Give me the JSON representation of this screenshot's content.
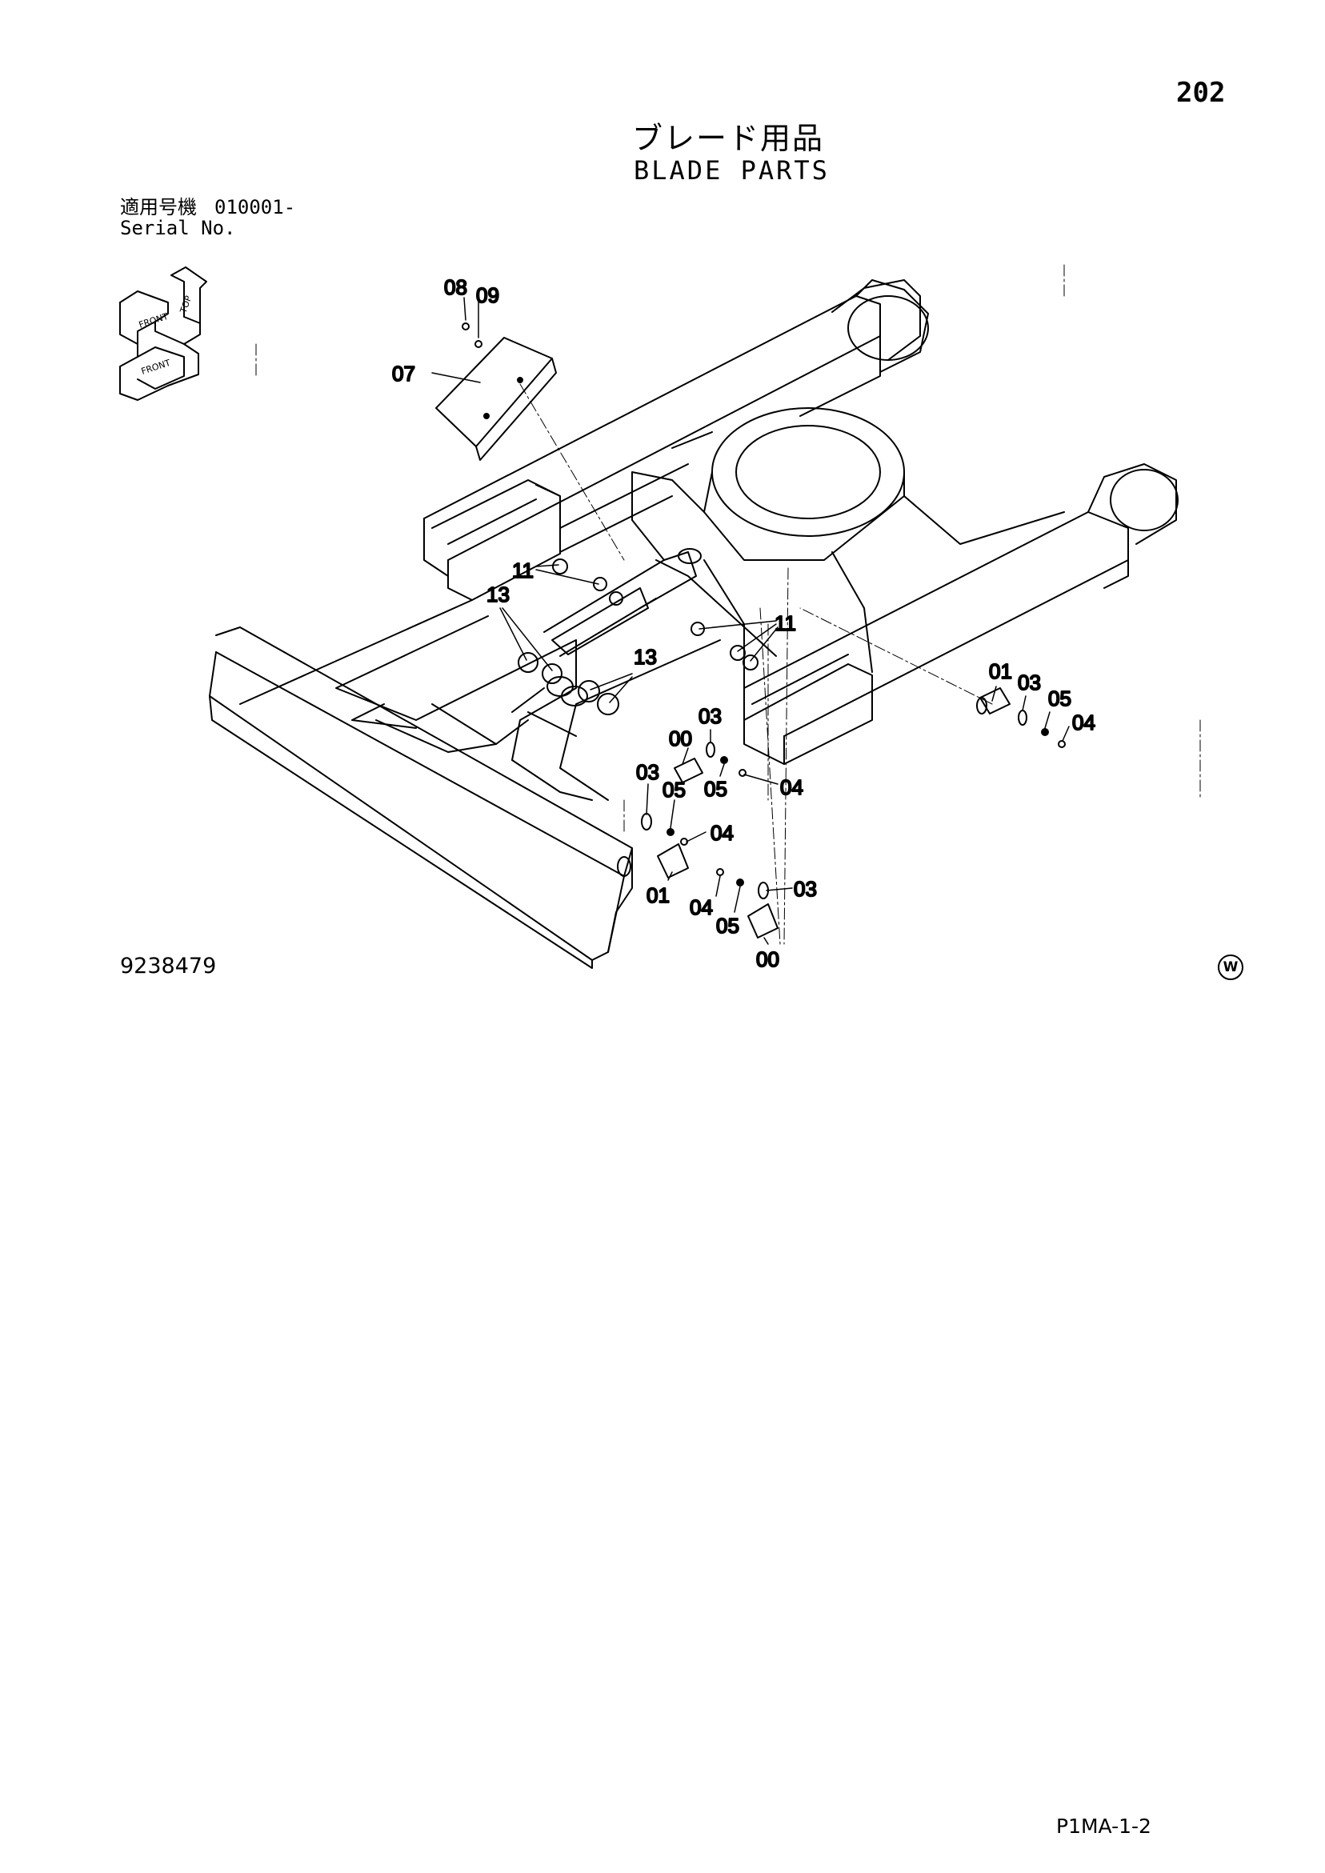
{
  "header": {
    "page_number": "202",
    "title_jp": "ブレード用品",
    "title_en": "BLADE PARTS"
  },
  "serial": {
    "label_jp": "適用号機",
    "value": "010001-",
    "label_en": "Serial No."
  },
  "orientation_icon": {
    "icon": "front-direction-arrows-icon",
    "arrow_labels": [
      "FRONT",
      "FRONT",
      "TOP"
    ]
  },
  "callouts": [
    "08",
    "09",
    "07",
    "11",
    "13",
    "11",
    "13",
    "01",
    "03",
    "05",
    "04",
    "00",
    "03",
    "05",
    "04",
    "03",
    "05",
    "04",
    "01",
    "04",
    "05",
    "03",
    "00"
  ],
  "footer": {
    "drawing_number": "9238479",
    "watermark_letter": "W",
    "page_code": "P1MA-1-2"
  }
}
